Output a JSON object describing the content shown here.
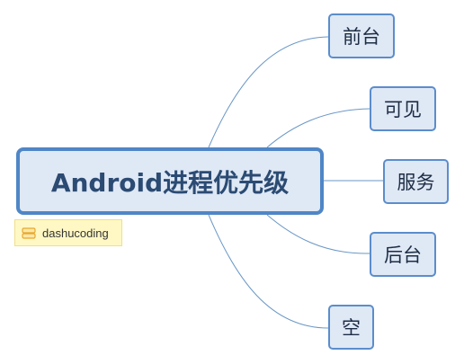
{
  "mindmap": {
    "root": {
      "label": "Android进程优先级"
    },
    "children": [
      {
        "label": "前台"
      },
      {
        "label": "可见"
      },
      {
        "label": "服务"
      },
      {
        "label": "后台"
      },
      {
        "label": "空"
      }
    ],
    "note": {
      "text": "dashucoding",
      "icon": "notes-icon"
    }
  },
  "colors": {
    "root_border": "#4f86c6",
    "node_fill": "#dfe8f5",
    "child_border": "#5b8dcc",
    "connector": "#6a97c6",
    "note_fill": "#fff8c4",
    "note_icon": "#e6a72e"
  }
}
